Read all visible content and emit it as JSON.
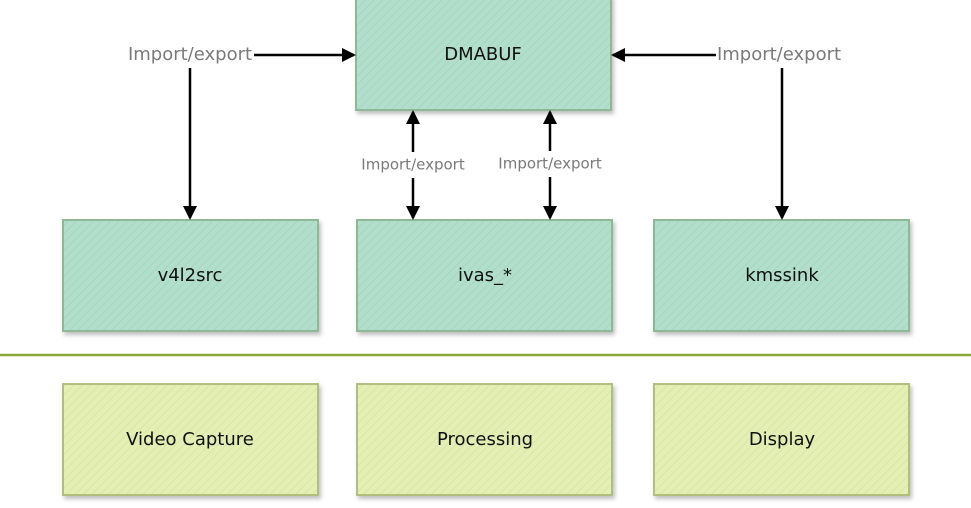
{
  "nodes": {
    "dmabuf": {
      "label": "DMABUF"
    },
    "v4l2src": {
      "label": "v4l2src"
    },
    "ivas": {
      "label": "ivas_*"
    },
    "kmssink": {
      "label": "kmssink"
    },
    "video_capture": {
      "label": "Video Capture"
    },
    "processing": {
      "label": "Processing"
    },
    "display": {
      "label": "Display"
    }
  },
  "edges": {
    "left": {
      "label": "Import/export"
    },
    "right": {
      "label": "Import/export"
    },
    "center_left": {
      "label": "Import/export"
    },
    "center_right": {
      "label": "Import/export"
    }
  },
  "colors": {
    "green_box_fill": "#b2dfcb",
    "green_box_stroke": "#8fb896",
    "green_box_hatch": "#a6d6c0",
    "yellow_box_fill": "#e4efb5",
    "yellow_box_stroke": "#b1bf7e",
    "yellow_box_hatch": "#d9e7a5",
    "divider": "#8aa83a"
  }
}
